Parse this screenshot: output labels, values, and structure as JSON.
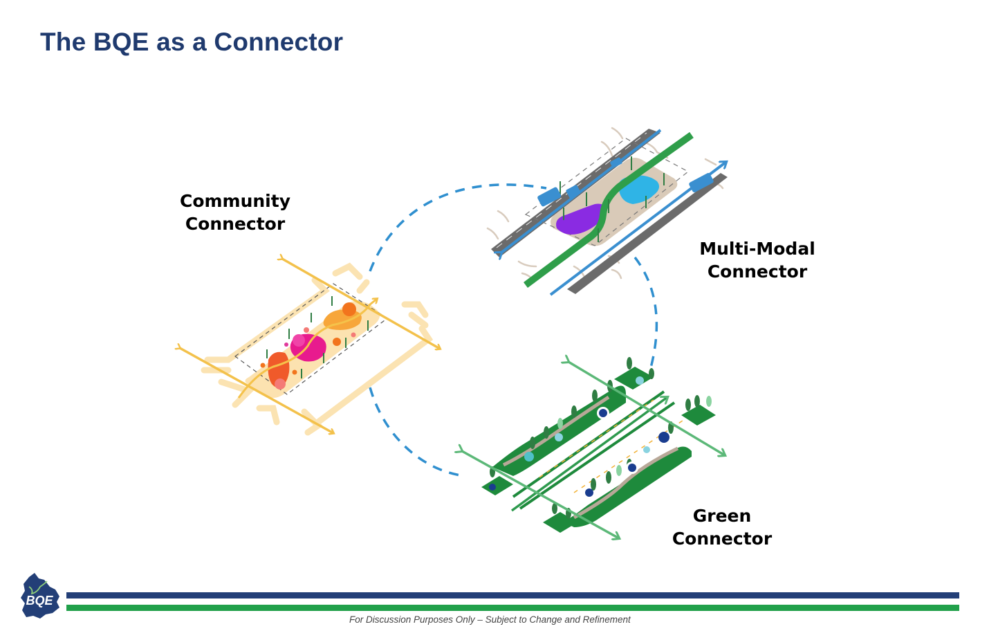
{
  "slide": {
    "title": "The BQE as a Connector",
    "footer_note": "For Discussion Purposes Only – Subject to Change and Refinement",
    "logo_text": "BQE"
  },
  "connectors": [
    {
      "id": "community",
      "line1": "Community",
      "line2": "Connector",
      "theme_color": "#f3c14b"
    },
    {
      "id": "multimodal",
      "line1": "Multi-Modal",
      "line2": "Connector",
      "theme_color": "#3a8fd0"
    },
    {
      "id": "green",
      "line1": "Green",
      "line2": "Connector",
      "theme_color": "#2e9a4e"
    }
  ],
  "colors": {
    "title": "#1f3a6e",
    "brand_blue": "#233f77",
    "brand_green": "#21a04a",
    "cycle_dash": "#2f8fcf"
  },
  "icons": {
    "community": "community-illustration",
    "multimodal": "multimodal-illustration",
    "green": "green-illustration",
    "cycle": "dashed-cycle-arc"
  }
}
